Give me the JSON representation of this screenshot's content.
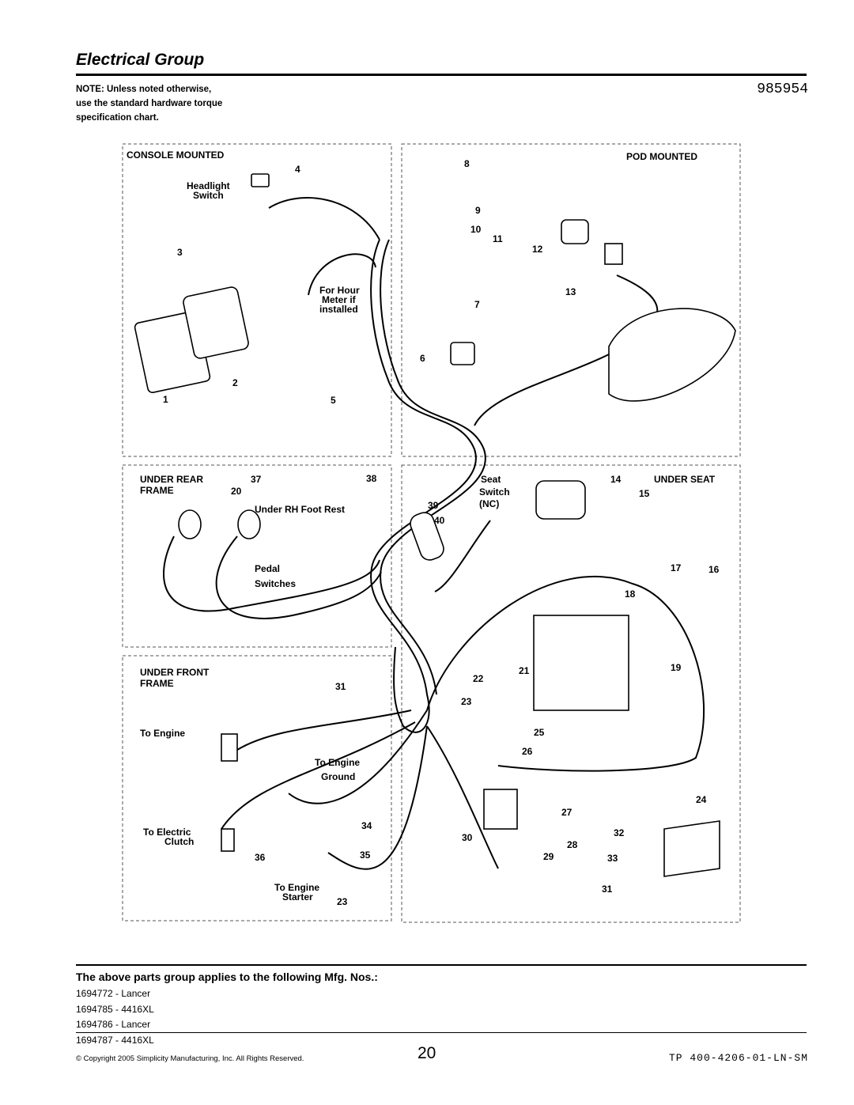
{
  "header": {
    "title": "Electrical Group",
    "part_number": "985954",
    "note_lines": [
      "NOTE: Unless noted otherwise,",
      "use the standard hardware torque",
      "specification chart."
    ]
  },
  "diagram": {
    "sections": {
      "console": "CONSOLE MOUNTED",
      "pod": "POD MOUNTED",
      "under_rear_1": "UNDER REAR",
      "under_rear_2": "FRAME",
      "under_seat": "UNDER SEAT",
      "under_front_1": "UNDER FRONT",
      "under_front_2": "FRAME"
    },
    "labels": {
      "headlight": "Headlight",
      "switch": "Switch",
      "for_hour": "For Hour",
      "meter_if": "Meter if",
      "installed": "installed",
      "under_rh_foot_rest": "Under RH Foot Rest",
      "pedal": "Pedal",
      "switches": "Switches",
      "seat": "Seat",
      "seat_switch": "Switch",
      "nc": "(NC)",
      "to_engine": "To Engine",
      "to_engine_2": "To Engine",
      "ground": "Ground",
      "to_electric": "To Electric",
      "clutch": "Clutch",
      "to_engine_3": "To Engine",
      "starter": "Starter"
    },
    "callouts": [
      "1",
      "2",
      "3",
      "4",
      "5",
      "6",
      "7",
      "8",
      "9",
      "10",
      "11",
      "12",
      "13",
      "14",
      "15",
      "16",
      "17",
      "18",
      "19",
      "20",
      "21",
      "22",
      "23",
      "23",
      "24",
      "25",
      "26",
      "27",
      "28",
      "29",
      "30",
      "31",
      "31",
      "32",
      "33",
      "34",
      "35",
      "36",
      "37",
      "38",
      "39",
      "40"
    ]
  },
  "footer": {
    "applies_heading": "The above parts group applies to the following Mfg. Nos.:",
    "mfg_numbers": [
      "1694772 - Lancer",
      "1694785 - 4416XL",
      "1694786 - Lancer",
      "1694787 - 4416XL"
    ],
    "copyright": "© Copyright 2005 Simplicity Manufacturing, Inc. All Rights Reserved.",
    "page_number": "20",
    "doc_code": "TP 400-4206-01-LN-SM"
  }
}
